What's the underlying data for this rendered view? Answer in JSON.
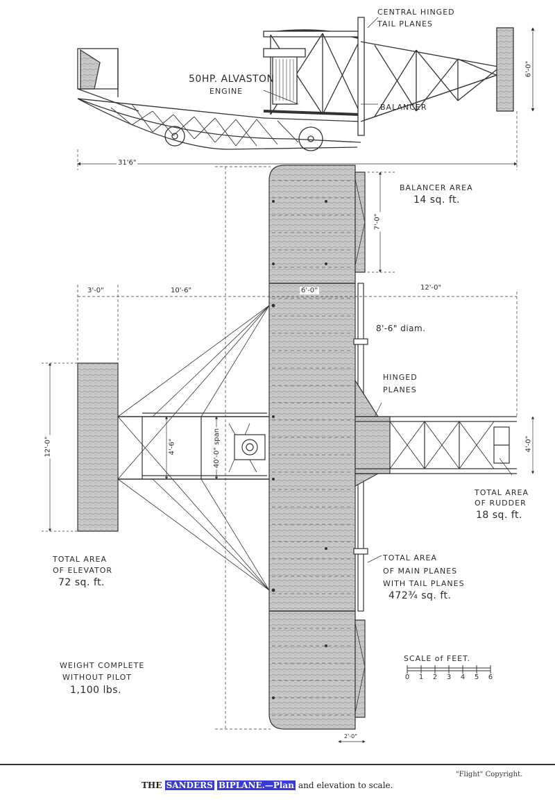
{
  "labels": {
    "central_hinged_tail_planes": [
      "CENTRAL HINGED",
      "TAIL PLANES"
    ],
    "engine": [
      "50HP. ALVASTON",
      "ENGINE"
    ],
    "balancer": "BALANCER",
    "balancer_area": [
      "BALANCER AREA",
      "14 sq. ft."
    ],
    "hinged_planes": [
      "HINGED",
      "PLANES"
    ],
    "total_area_rudder": [
      "TOTAL AREA",
      "OF RUDDER",
      "18 sq. ft."
    ],
    "total_area_elevator": [
      "TOTAL AREA",
      "OF ELEVATOR",
      "72 sq. ft."
    ],
    "total_area_main_planes": [
      "TOTAL AREA",
      "OF MAIN PLANES",
      "WITH TAIL PLANES",
      "472¾ sq. ft."
    ],
    "weight": [
      "WEIGHT COMPLETE",
      "WITHOUT PILOT",
      "1,100 lbs."
    ]
  },
  "dimensions": {
    "overall_length": "31'6\"",
    "tail_height": "6'-0\"",
    "balancer_chord": "7'-0\"",
    "elevator_offset": "3'-0\"",
    "elevator_to_wing": "10'-6\"",
    "wing_chord": "6'-0\"",
    "wing_to_tail": "12'-0\"",
    "propeller": "8'-6\" diam.",
    "elevator_span": "12'-0\"",
    "outrigger_width": "4'-6\"",
    "main_span": "40'-0\" span",
    "tail_width": "4'-0\"",
    "tail_overhang": "2'-0\""
  },
  "scale": {
    "title": "SCALE of FEET.",
    "ticks": [
      "0",
      "1",
      "2",
      "3",
      "4",
      "5",
      "6"
    ]
  },
  "footer": {
    "copyright": "\"Flight\" Copyright.",
    "caption_prefix": "THE",
    "caption_name1": "SANDERS",
    "caption_name2": "BIPLANE.—Plan",
    "caption_rest": "and elevation to scale."
  }
}
